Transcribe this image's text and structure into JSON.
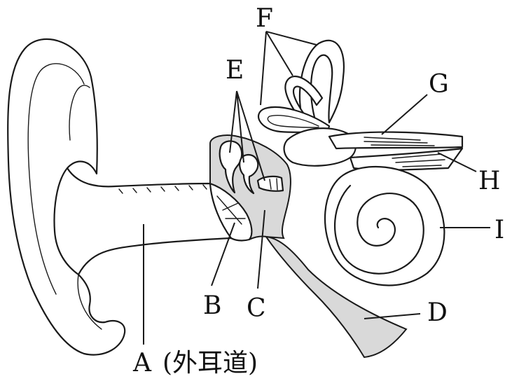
{
  "labels": {
    "a": "A",
    "a_note": "(外耳道)",
    "b": "B",
    "c": "C",
    "d": "D",
    "e": "E",
    "f": "F",
    "g": "G",
    "h": "H",
    "i": "I"
  }
}
